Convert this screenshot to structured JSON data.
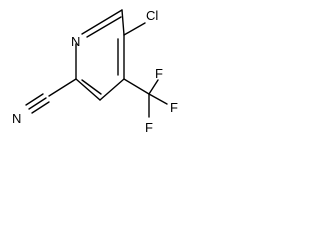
{
  "molecule": {
    "atoms": {
      "ring_n": "N",
      "chlorine": "Cl",
      "nitrile_n": "N",
      "fluorine_top": "F",
      "fluorine_right": "F",
      "fluorine_bottom": "F"
    },
    "colors": {
      "bond": "#000000",
      "label": "#000000",
      "background": "#ffffff"
    }
  }
}
